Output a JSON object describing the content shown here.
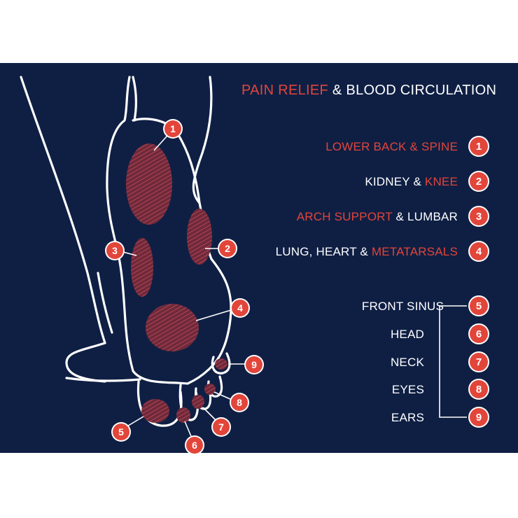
{
  "title": {
    "part1": "PAIN RELIEF",
    "part2": " & BLOOD CIRCULATION"
  },
  "zones": [
    {
      "number": "1",
      "parts": [
        {
          "text": "LOWER BACK & SPINE",
          "color": "red"
        }
      ]
    },
    {
      "number": "2",
      "parts": [
        {
          "text": "KIDNEY & ",
          "color": "white"
        },
        {
          "text": "KNEE",
          "color": "red"
        }
      ]
    },
    {
      "number": "3",
      "parts": [
        {
          "text": "ARCH SUPPORT",
          "color": "red"
        },
        {
          "text": " & LUMBAR",
          "color": "white"
        }
      ]
    },
    {
      "number": "4",
      "parts": [
        {
          "text": "LUNG, HEART & ",
          "color": "white"
        },
        {
          "text": "METATARSALS",
          "color": "red"
        }
      ]
    }
  ],
  "toes": [
    {
      "number": "5",
      "label": "FRONT SINUS"
    },
    {
      "number": "6",
      "label": "HEAD"
    },
    {
      "number": "7",
      "label": "NECK"
    },
    {
      "number": "8",
      "label": "EYES"
    },
    {
      "number": "9",
      "label": "EARS"
    }
  ],
  "foot_markers": [
    "1",
    "2",
    "3",
    "4",
    "5",
    "6",
    "7",
    "8",
    "9"
  ],
  "colors": {
    "background": "#0f1f44",
    "accent": "#e2453a",
    "outline": "#ffffff"
  }
}
